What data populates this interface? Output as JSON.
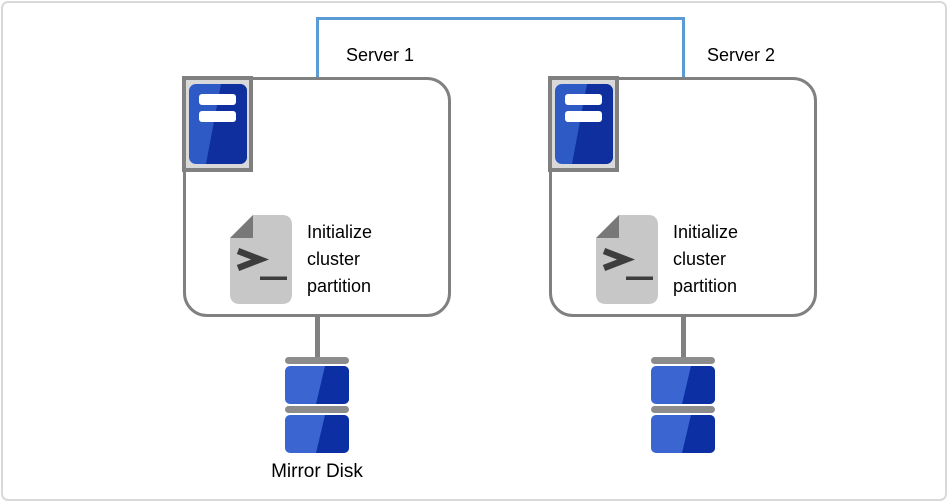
{
  "canvas": {
    "background": "#ffffff",
    "border_color": "#d9d9d9"
  },
  "interconnect": {
    "color": "#5b9bd5"
  },
  "servers": [
    {
      "label": "Server 1",
      "script_label": "Initialize cluster partition"
    },
    {
      "label": "Server 2",
      "script_label": "Initialize cluster partition"
    }
  ],
  "mirror_disk": {
    "label": "Mirror Disk"
  },
  "colors": {
    "box_border": "#808080",
    "connector_stem": "#808080",
    "server_icon_frame_fill": "#d9d9d9",
    "server_icon_frame_border": "#808080",
    "tower_blue_light": "#2e5ac6",
    "tower_blue_dark": "#0e2f9d",
    "tower_bar": "#ffffff",
    "script_body": "#c7c7c7",
    "script_fold": "#787878",
    "script_glyph": "#3d3d3d",
    "disk_bar": "#8c8c8c",
    "disk_blue_light": "#3b66d1",
    "disk_blue_dark": "#0c30a4",
    "label_text": "#000000"
  }
}
